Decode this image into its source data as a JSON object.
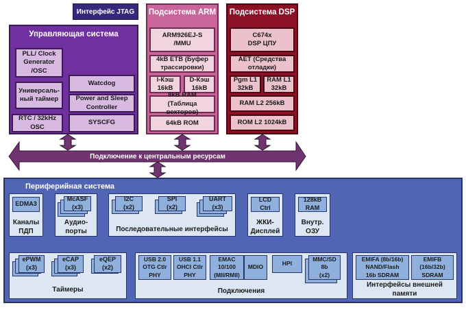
{
  "jtag": {
    "label": "Интерфейс JTAG"
  },
  "control": {
    "title": "Управляющая система",
    "pll": "PLL/ Clock\nGenerator\n/OSC",
    "timer": "Универсаль-\nный таймер",
    "rtc": "RTC / 32kHz\nOSC",
    "watchdog": "Watcdog",
    "power": "Power and Sleep\nController",
    "syscfg": "SYSCFG"
  },
  "arm": {
    "title": "Подсистема ARM",
    "cpu": "ARM926EJ-S\n/MMU",
    "etb": "4kB ETB (Буфер\nтрассировки)",
    "icache": "I-Кэш\n16kB",
    "dcache": "D-Кэш\n16kB",
    "ram": "8kB RAM\n(Таблица векторов)",
    "rom": "64kB ROM"
  },
  "dsp": {
    "title": "Подсистема DSP",
    "cpu": "C674x\nDSP ЦПУ",
    "aet": "AET (Средства\nотладки)",
    "pgm": "Pgm L1\n32kB",
    "raml1": "RAM L1\n32kB",
    "raml2": "RAM L2 256kB",
    "roml2": "ROM L2 1024kB"
  },
  "bus": {
    "label": "Подключение к центральным ресурсам"
  },
  "periph": {
    "title": "Периферийная система",
    "dma": {
      "box": "EDMA3",
      "label": "Каналы\nПДП"
    },
    "audio": {
      "box": "McASF\n(x3)",
      "label": "Аудио-\nпорты"
    },
    "serial": {
      "i2c": "I2C\n(x2)",
      "spi": "SPI\n(x2)",
      "uart": "UART\n(x3)",
      "label": "Последовательные интерфейсы"
    },
    "lcd": {
      "box": "LCD\nCtrl",
      "label": "ЖКИ-\nДисплей"
    },
    "iram": {
      "box": "128kB\nRAM",
      "label": "Внутр.\nОЗУ"
    },
    "timers": {
      "epwm": "ePWM\n(x3)",
      "ecap": "eCAP\n(x3)",
      "eqep": "eQEP\n(x2)",
      "label": "Таймеры"
    },
    "conn": {
      "usb20": "USB 2.0\nOTG Ctlr\nPHY",
      "usb11": "USB 1.1\nOHCI Ctlr\nPHY",
      "emac": "EMAC\n10/100\n(MII/RMII)",
      "mdio": "MDIO",
      "hpi": "HPI",
      "mmc": "MMC/SD\n8b\n(x2)",
      "label": "Подключения"
    },
    "extmem": {
      "emifa": "EMIFA (8b/16b)\nNAND/Flash\n16b SDRAM",
      "emifb": "EMIFB\n(16b/32b)\nSDRAM",
      "label": "Интерфейсы внешней\nпамяти"
    }
  }
}
